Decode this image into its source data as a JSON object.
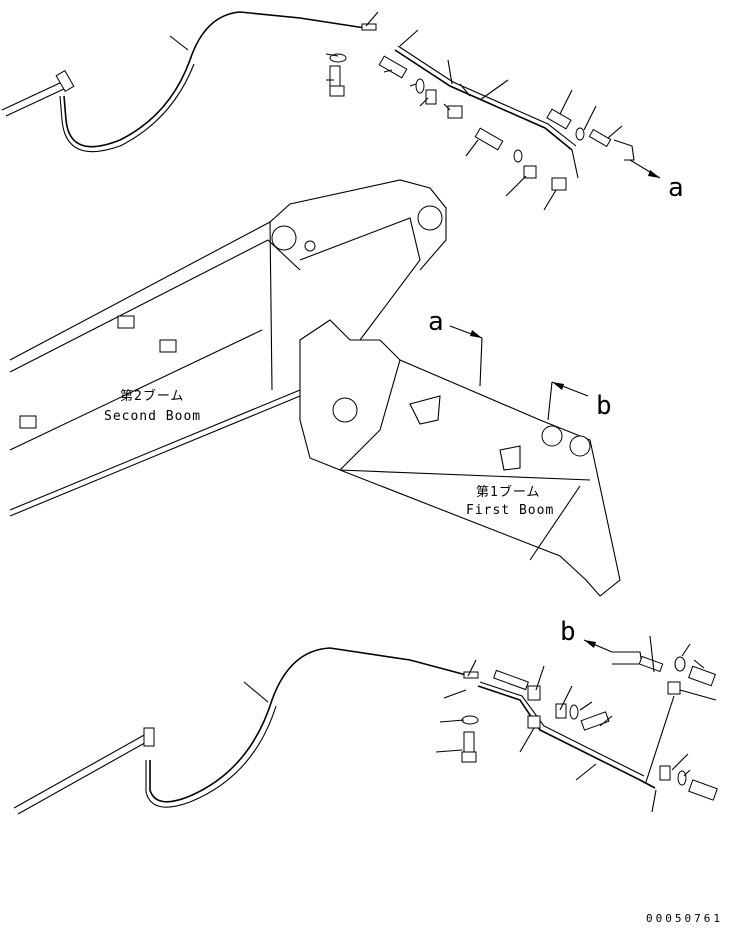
{
  "labels": {
    "arrow_a_top": "a",
    "arrow_a_mid": "a",
    "arrow_b_mid": "b",
    "arrow_b_bottom": "b",
    "second_boom_jp": "第2ブーム",
    "second_boom_en": "Second Boom",
    "first_boom_jp": "第1ブーム",
    "first_boom_en": "First Boom",
    "drawing_number": "00050761"
  }
}
